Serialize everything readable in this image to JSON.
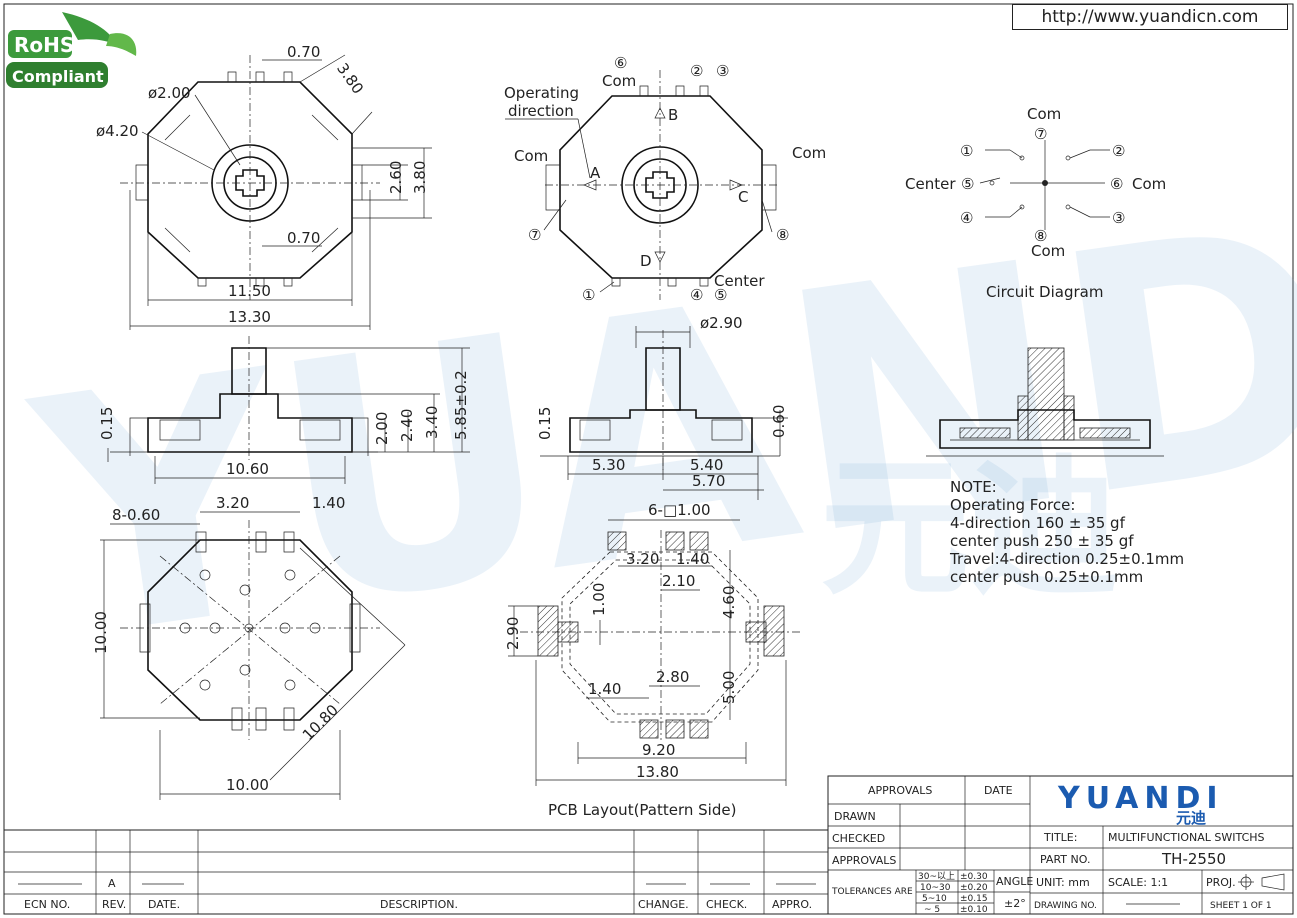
{
  "header": {
    "url": "http://www.yuandicn.com"
  },
  "badges": {
    "rohs_line1": "RoHS",
    "rohs_line2": "Compliant"
  },
  "watermark": {
    "brand": "YUANDI",
    "chinese": "元迪"
  },
  "colors": {
    "brand_blue": "#1b5bb0",
    "rohs_green": "#3c9a3c",
    "watermark": "#6fa6d6",
    "line": "#222222"
  },
  "top_view": {
    "dims": [
      "0.70",
      "3.80",
      "ø2.00",
      "ø4.20",
      "2.60",
      "3.80",
      "0.70",
      "11.50",
      "13.30"
    ]
  },
  "operating_view": {
    "labels": {
      "op_dir_1": "Operating",
      "op_dir_2": "direction",
      "com_top": "Com",
      "com_left": "Com",
      "com_right": "Com",
      "center": "Center",
      "a": "A",
      "b": "B",
      "c": "C",
      "d": "D"
    },
    "pins": [
      "⑥",
      "②",
      "③",
      "⑦",
      "⑧",
      "①",
      "④",
      "⑤"
    ]
  },
  "circuit": {
    "title": "Circuit Diagram",
    "labels": {
      "com_top": "Com",
      "com_bottom": "Com",
      "center_left": "Center",
      "com_right": "Com"
    },
    "pins": {
      "p1": "①",
      "p2": "②",
      "p3": "③",
      "p4": "④",
      "p5": "⑤",
      "p6": "⑥",
      "p7": "⑦",
      "p8": "⑧"
    }
  },
  "side_view": {
    "dims": [
      "0.15",
      "5.85±0.2",
      "3.40",
      "2.00",
      "2.40",
      "10.60"
    ]
  },
  "front_view": {
    "dims": [
      "ø2.90",
      "0.15",
      "0.60",
      "5.30",
      "5.40",
      "5.70"
    ]
  },
  "bottom_view": {
    "dims": [
      "8-0.60",
      "3.20",
      "1.40",
      "10.00",
      "10.80",
      "10.00"
    ]
  },
  "pcb_layout": {
    "title": "PCB Layout(Pattern Side)",
    "dims": [
      "6-□1.00",
      "3.20",
      "1.40",
      "2.10",
      "4.60",
      "1.00",
      "2.90",
      "2.80",
      "1.40",
      "5.00",
      "9.20",
      "13.80"
    ]
  },
  "note": {
    "lines": [
      "NOTE:",
      "Operating Force:",
      "4-direction 160 ± 35 gf",
      "center push 250 ± 35 gf",
      "Travel:4-direction 0.25±0.1mm",
      "center push 0.25±0.1mm"
    ]
  },
  "title_block": {
    "approvals_header": "APPROVALS",
    "date_header": "DATE",
    "drawn": "DRAWN",
    "checked": "CHECKED",
    "approvals": "APPROVALS",
    "tolerances_label": "TOLERANCES ARE",
    "tolerances": [
      {
        "range": "30~以上",
        "tol": "±0.30"
      },
      {
        "range": "10~30",
        "tol": "±0.20"
      },
      {
        "range": "5~10",
        "tol": "±0.15"
      },
      {
        "range": "~ 5",
        "tol": "±0.10"
      }
    ],
    "angle_label": "ANGLE",
    "angle_value": "±2°",
    "logo_text": "YUANDI",
    "logo_chinese": "元迪",
    "title_label": "TITLE:",
    "title_value": "MULTIFUNCTIONAL SWITCHS",
    "part_no_label": "PART NO.",
    "part_no_value": "TH-2550",
    "unit": "UNIT: mm",
    "scale": "SCALE:   1:1",
    "proj": "PROJ.",
    "drawing_no": "DRAWING NO.",
    "sheet": "SHEET   1  OF  1"
  },
  "revision_block": {
    "headers": [
      "ECN NO.",
      "REV.",
      "DATE.",
      "DESCRIPTION.",
      "CHANGE.",
      "CHECK.",
      "APPRO."
    ],
    "rev": "A"
  }
}
